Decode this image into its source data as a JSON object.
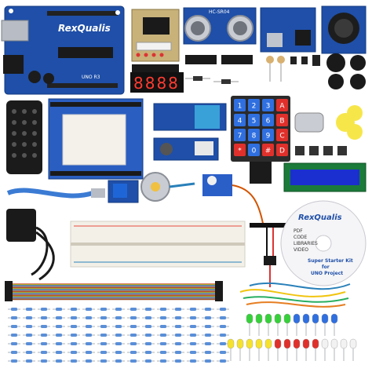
{
  "board": {
    "brand": "RexQualis",
    "model": "UNO R3"
  },
  "sensor": {
    "ultrasonic_label": "HC-SR04"
  },
  "display": {
    "seven_segment": "8888",
    "lcd_color": "#1b2fd1"
  },
  "keypad": {
    "keys": [
      "1",
      "2",
      "3",
      "A",
      "4",
      "5",
      "6",
      "B",
      "7",
      "8",
      "9",
      "C",
      "*",
      "0",
      "#",
      "D"
    ]
  },
  "cd": {
    "brand": "RexQualis",
    "lines": [
      "PDF",
      "CODE",
      "LIBRARIES",
      "VIDEO"
    ],
    "title_lines": [
      "Super Starter Kit",
      "for",
      "UNO Project"
    ]
  },
  "colors": {
    "board_blue": "#1f4fa8",
    "breadboard": "#f3f0e8",
    "wire_palette": [
      "#c0392b",
      "#e67e22",
      "#f1c40f",
      "#27ae60",
      "#2980b9",
      "#8e44ad",
      "#7f8c8d",
      "#ecf0f1",
      "#2c3e50",
      "#a0522d"
    ],
    "led_green": "#36d13a",
    "led_blue": "#2f6fe0",
    "led_yellow": "#f6e22d",
    "led_red": "#e0302b",
    "led_white": "#f2f2f2"
  }
}
